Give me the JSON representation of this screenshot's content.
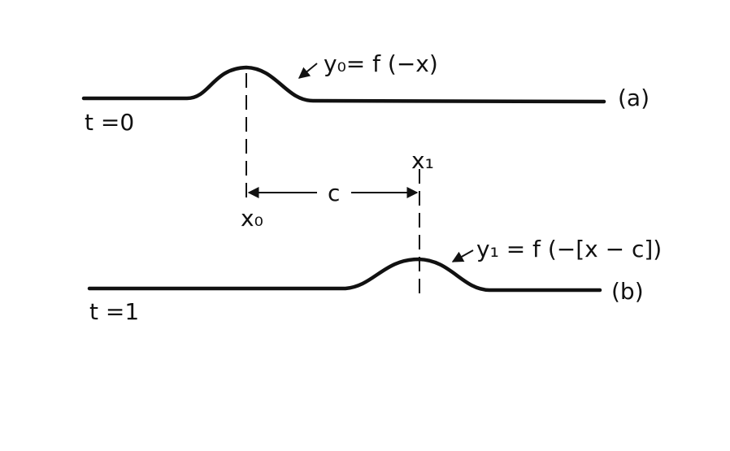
{
  "diagram": {
    "wave_a": {
      "time_label": "t =0",
      "function_label": "y₀= f (−x)",
      "panel_label": "(a)",
      "crest_label": "x₀"
    },
    "wave_b": {
      "time_label": "t =1",
      "function_label": "y₁ = f (−[x − c])",
      "panel_label": "(b)",
      "crest_label": "x₁"
    },
    "shift_label": "c"
  }
}
